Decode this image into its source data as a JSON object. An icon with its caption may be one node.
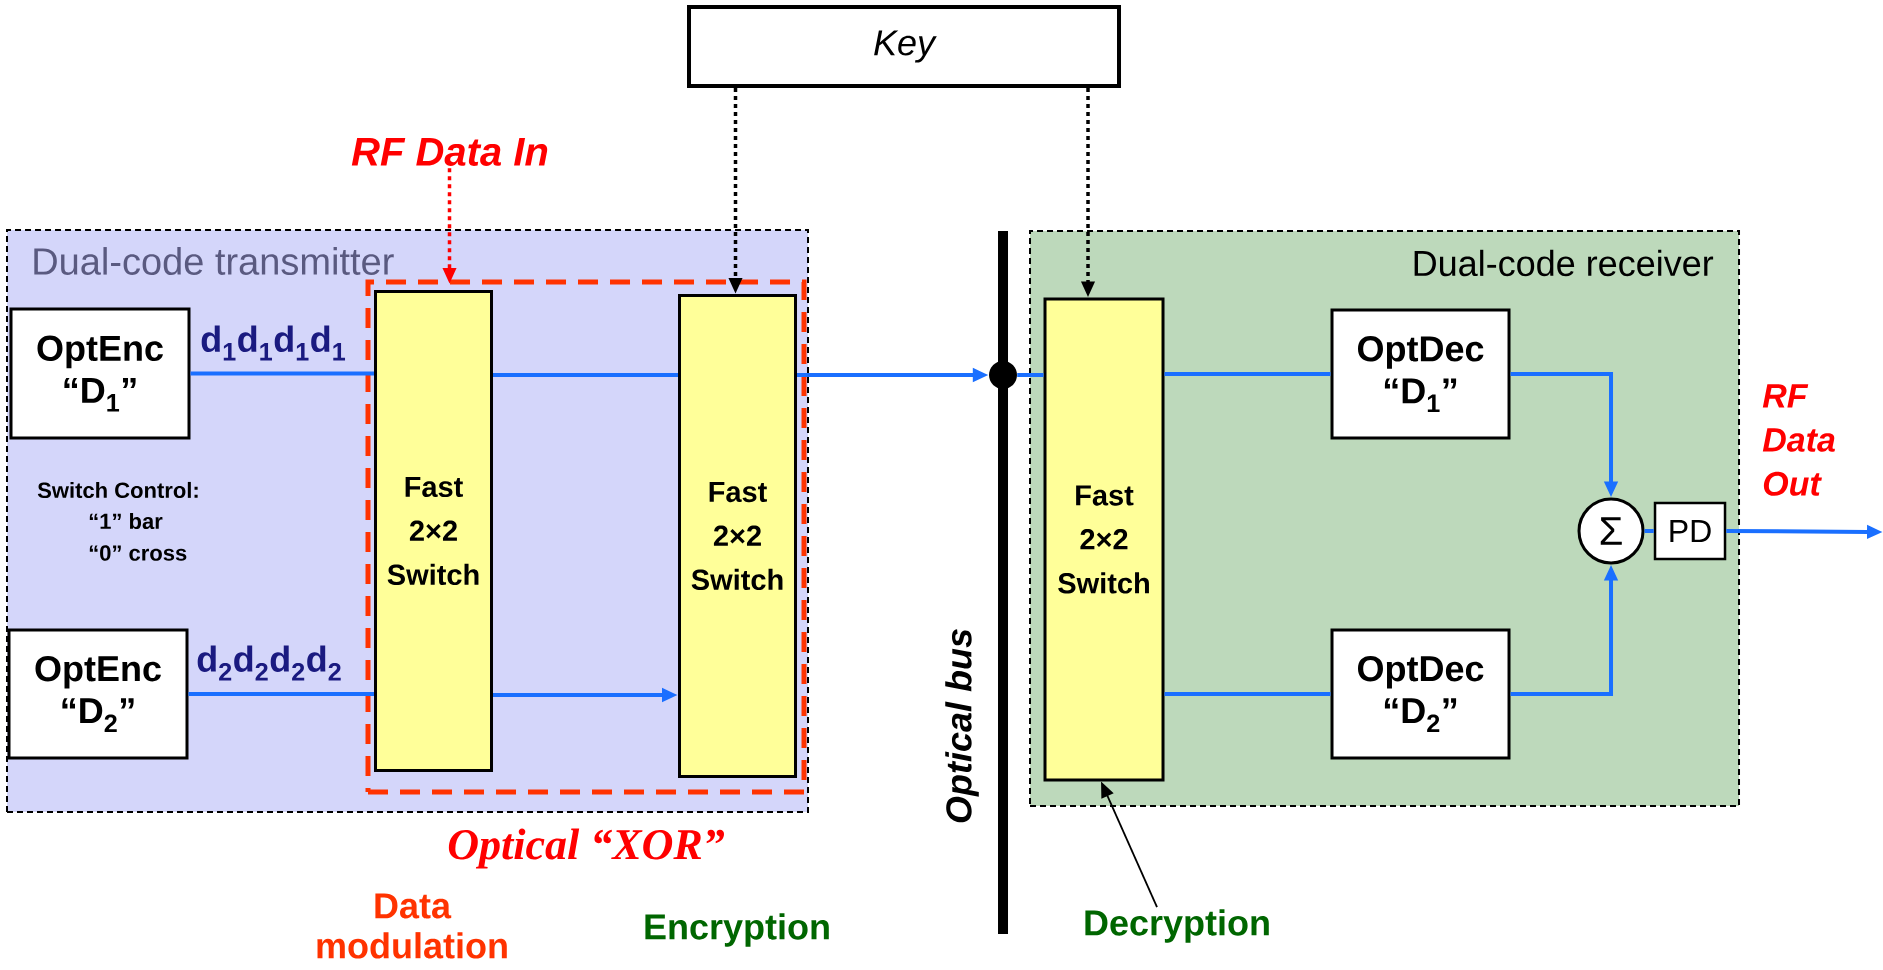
{
  "diagram": {
    "nodes": [
      {
        "text": [
          "Dual-code transmitter"
        ]
      },
      {
        "text": [
          "Optical “XOR”"
        ],
        "in": 0
      },
      {
        "text": [
          "OptEnc “D$_{1}$”"
        ],
        "in": 0
      },
      {
        "text": [
          "OptEnc “D$_{2}$”"
        ],
        "in": 0
      },
      {
        "text": [
          "Fast 2×2 Switch"
        ],
        "in": 1
      },
      {
        "text": [
          "Fast 2×2 Switch"
        ],
        "in": 1
      },
      {
        "text": [
          "Key"
        ]
      },
      {
        "text": [
          "RF Data In"
        ]
      },
      {
        "text": [],
        "shape": "circle"
      },
      {
        "text": [
          "Dual-code receiver"
        ]
      },
      {
        "text": [
          "Fast 2×2 Switch"
        ],
        "in": 9
      },
      {
        "text": [
          "OptDec “D$_{1}$”"
        ],
        "in": 9
      },
      {
        "text": [
          "OptDec “D$_{2}$”"
        ],
        "in": 9
      },
      {
        "text": [
          "Σ"
        ],
        "in": 9
      },
      {
        "text": [
          "PD"
        ],
        "in": 9
      },
      {
        "text": [
          "Decryption"
        ]
      }
    ],
    "edges": [
      {
        "from": 2,
        "to": 4,
        "arrow": "none"
      },
      {
        "from": 4,
        "to": 5,
        "arrow": "none"
      },
      {
        "from": 5,
        "to": 8,
        "arrow": "to"
      },
      {
        "from": 3,
        "to": 4,
        "arrow": "none"
      },
      {
        "from": 4,
        "to": 5,
        "arrow": "to"
      },
      {
        "from": 8,
        "to": 10,
        "arrow": "none"
      },
      {
        "from": 10,
        "to": 11,
        "arrow": "none"
      },
      {
        "from": 10,
        "to": 12,
        "arrow": "none"
      },
      {
        "from": 11,
        "to": 13,
        "arrow": "to"
      },
      {
        "from": 12,
        "to": 13,
        "arrow": "to"
      },
      {
        "from": 13,
        "to": 14,
        "arrow": "none"
      },
      {
        "from": 14,
        "to": null,
        "arrow": "to"
      },
      {
        "from": 6,
        "to": 5,
        "arrow": "to",
        "style": "dashed",
        "color": "#000000"
      },
      {
        "from": 6,
        "to": 10,
        "arrow": "to",
        "style": "dashed",
        "color": "#000000"
      },
      {
        "from": 7,
        "to": 4,
        "arrow": "to",
        "style": "dashed",
        "color": "#ff0000"
      },
      {
        "from": 15,
        "to": 10,
        "arrow": "to",
        "color": "#000000"
      }
    ],
    "labels": [
      "d$_{1}$d$_{1}$d$_{1}$d$_{1}$",
      "d$_{2}$d$_{2}$d$_{2}$d$_{2}$",
      "Switch Control:",
      "“1” bar",
      "“0” cross",
      "Optical bus",
      "RF Data Out",
      "Data modulation",
      "Encryption"
    ]
  }
}
